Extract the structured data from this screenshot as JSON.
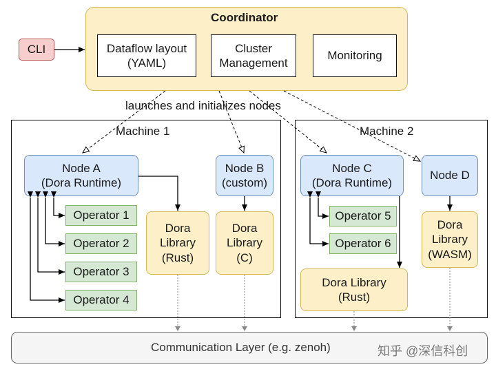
{
  "coordinator": {
    "title": "Coordinator",
    "items": [
      "Dataflow layout\n(YAML)",
      "Cluster\nManagement",
      "Monitoring"
    ]
  },
  "cli": "CLI",
  "launch_label": "launches and initializes nodes",
  "machine1": {
    "title": "Machine 1",
    "node_a": "Node A\n(Dora Runtime)",
    "node_b": "Node B\n(custom)",
    "operators": [
      "Operator 1",
      "Operator 2",
      "Operator 3",
      "Operator 4"
    ],
    "lib_rust": "Dora\nLibrary\n(Rust)",
    "lib_c": "Dora\nLibrary\n(C)"
  },
  "machine2": {
    "title": "Machine 2",
    "node_c": "Node C\n(Dora Runtime)",
    "node_d": "Node D",
    "operators": [
      "Operator 5",
      "Operator 6"
    ],
    "lib_rust": "Dora Library\n(Rust)",
    "lib_wasm": "Dora\nLibrary\n(WASM)"
  },
  "communication_layer": "Communication Layer (e.g. zenoh)",
  "watermark": "知乎 @深信科创",
  "colors": {
    "coordinator_fill": "#fdf0c8",
    "node_fill": "#dae8fc",
    "operator_fill": "#d5e8d4",
    "cli_fill": "#f8cecc",
    "comm_fill": "#f5f5f5"
  }
}
